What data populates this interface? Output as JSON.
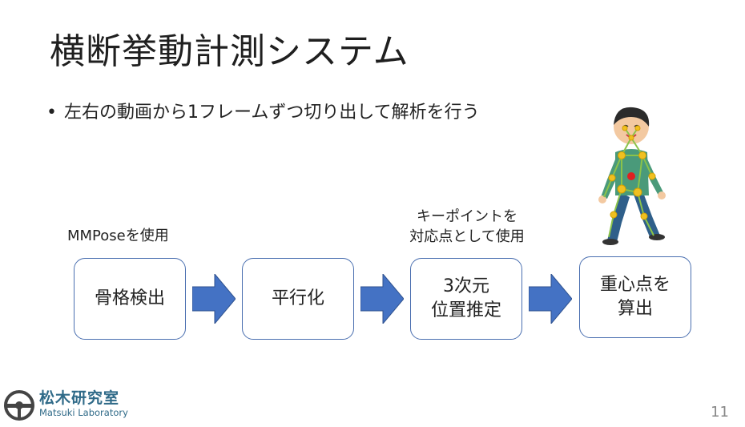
{
  "slide": {
    "title": "横断挙動計測システム",
    "bullet": "左右の動画から1フレームずつ切り出して解析を行う",
    "page_number": "11"
  },
  "notes": {
    "mmpose": "MMPoseを使用",
    "keypoint_line1": "キーポイントを",
    "keypoint_line2": "対応点として使用"
  },
  "flow": {
    "steps": [
      {
        "label": "骨格検出"
      },
      {
        "label": "平行化"
      },
      {
        "label": "3次元\n位置推定"
      },
      {
        "label": "重心点を\n算出"
      }
    ],
    "arrow_color": "#4472c4",
    "box_border_color": "#4a6fb0"
  },
  "logo": {
    "jp": "松木研究室",
    "en": "Matsuki Laboratory",
    "icon": "steering-wheel-icon",
    "color": "#2f6a88"
  },
  "illustration": {
    "icon": "walking-person-with-keypoints-icon"
  }
}
